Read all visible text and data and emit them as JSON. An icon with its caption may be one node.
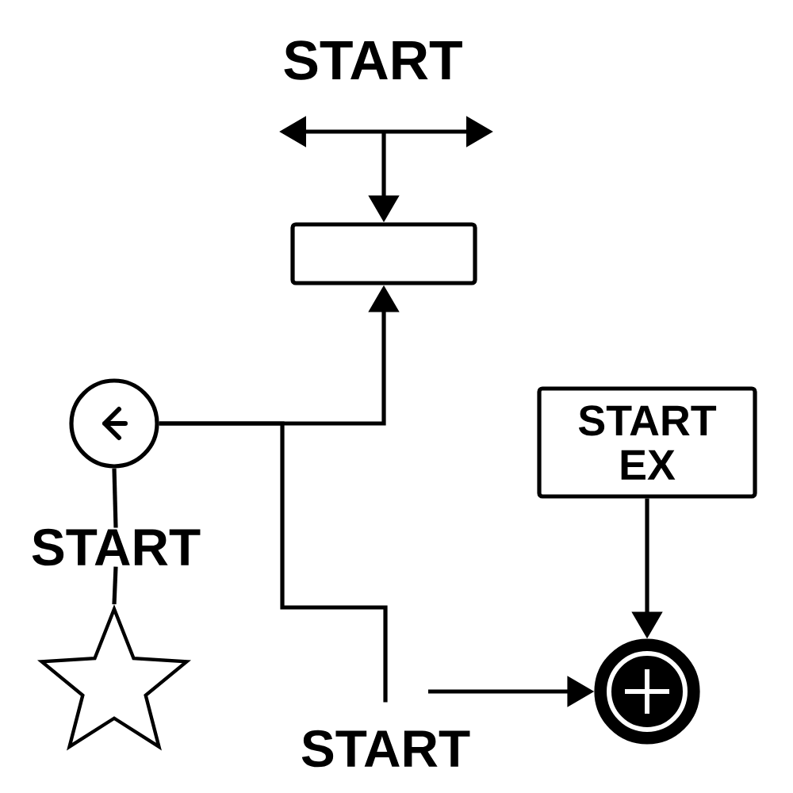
{
  "diagram": {
    "nodes": [
      {
        "text": [
          "START"
        ]
      },
      {
        "text": [],
        "shape": "box"
      },
      {
        "text": [],
        "shape": "circle"
      },
      {
        "text": [
          "START"
        ]
      },
      {
        "text": [],
        "shape": "star"
      },
      {
        "text": [
          "START"
        ]
      },
      {
        "text": [
          "START EX"
        ]
      },
      {
        "text": [],
        "shape": "circle"
      }
    ],
    "edges": [
      {
        "from": null,
        "to": 1,
        "arrow": "to"
      },
      {
        "from": 2,
        "to": 1,
        "arrow": "to"
      },
      {
        "from": 2,
        "to": 5,
        "arrow": "none"
      },
      {
        "from": 2,
        "to": 3,
        "arrow": "none"
      },
      {
        "from": 3,
        "to": 4,
        "arrow": "none"
      },
      {
        "from": 5,
        "to": 7,
        "arrow": "to"
      },
      {
        "from": 6,
        "to": 7,
        "arrow": "to"
      }
    ]
  }
}
